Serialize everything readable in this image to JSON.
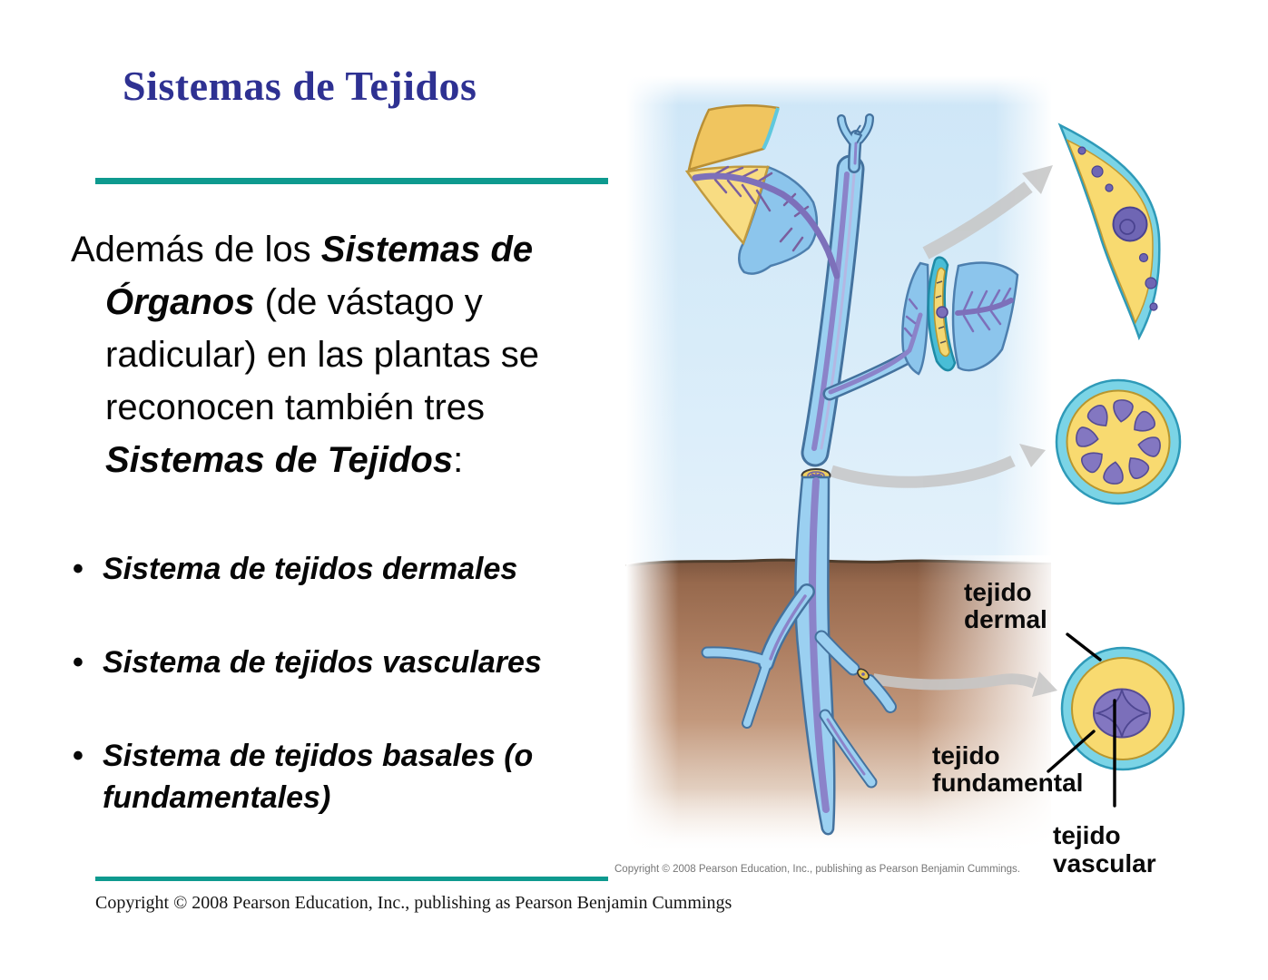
{
  "slide": {
    "title": "Sistemas de Tejidos",
    "paragraph": {
      "parts": [
        "Además de los ",
        "Sistemas de",
        "Órganos",
        " (de vástago y",
        "radicular) en las plantas se",
        "reconocen también tres",
        "Sistemas de Tejidos",
        ":"
      ]
    },
    "bullet_marker": "•",
    "bullets": [
      "Sistema de tejidos dermales",
      "Sistema de tejidos vasculares",
      "Sistema de tejidos basales (o fundamentales)"
    ],
    "footer_copyright": "Copyright © 2008 Pearson Education, Inc., publishing as Pearson Benjamin Cummings"
  },
  "diagram": {
    "labels": {
      "dermal": [
        "tejido",
        "dermal"
      ],
      "fundamental": [
        "tejido",
        "fundamental"
      ],
      "vascular": [
        "tejido",
        "vascular"
      ]
    },
    "copyright": "Copyright © 2008 Pearson Education, Inc., publishing as Pearson Benjamin Cummings.",
    "colors": {
      "dermal_cyan": "#7bd4e6",
      "fundamental_yellow": "#f8da70",
      "vascular_purple": "#8377c1",
      "sky_blue": "#d3e9f8",
      "soil_brown": "#a0765a",
      "plant_blue": "#9bd0f1",
      "vein_purple": "#8b83c9",
      "arrow_gray": "#c7c7c7"
    }
  },
  "theme": {
    "accent_teal": "#0e9a8f",
    "title_navy": "#2e3192"
  }
}
